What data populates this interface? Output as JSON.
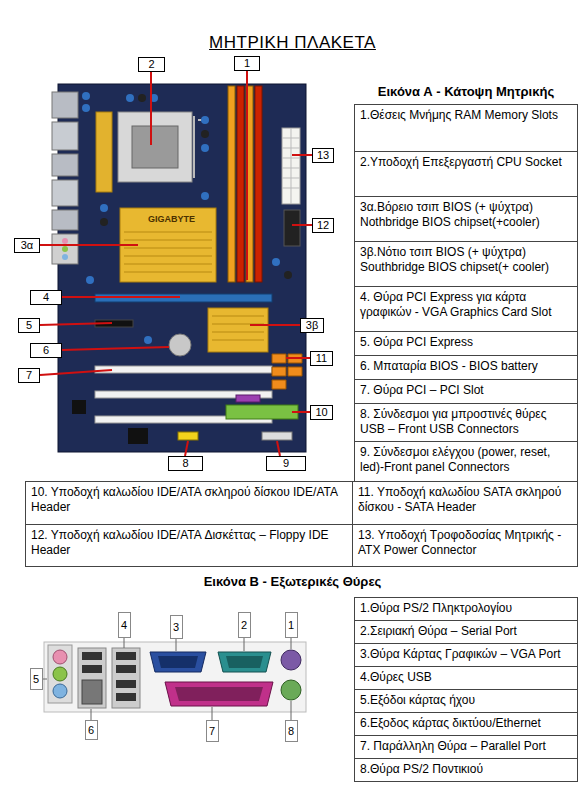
{
  "diagram": {
    "title": "ΜΗΤΡΙΚΗ ΠΛΑΚΕΤΑ",
    "nodes": [
      {
        "text": [
          "2"
        ]
      },
      {
        "text": [
          "1"
        ]
      },
      {
        "text": [
          "13"
        ]
      },
      {
        "text": [
          "12"
        ]
      },
      {
        "text": [
          "3α"
        ]
      },
      {
        "text": [
          "4"
        ]
      },
      {
        "text": [
          "5"
        ]
      },
      {
        "text": [
          "3β"
        ]
      },
      {
        "text": [
          "6"
        ]
      },
      {
        "text": [
          "11"
        ]
      },
      {
        "text": [
          "7"
        ]
      },
      {
        "text": [
          "10"
        ]
      },
      {
        "text": [
          "8"
        ]
      },
      {
        "text": [
          "9"
        ]
      },
      {
        "text": [
          "1.Θέσεις Μνήμης RAM Memory Slots"
        ]
      },
      {
        "text": [
          "2.Υποδοχή Επεξεργαστή CPU Socket"
        ]
      },
      {
        "text": [
          "3α.Βόρειο τσιπ BIOS (+ ψύχτρα) Nothbridge BIOS chipset(+cooler)"
        ]
      },
      {
        "text": [
          "3β.Νότιο τσιπ BIOS (+ ψύχτρα) Southbridge BIOS chipset(+ cooler)"
        ]
      },
      {
        "text": [
          "4. Θύρα PCI Express για κάρτα γραφικών - VGA Graphics Card Slot"
        ]
      },
      {
        "text": [
          "5. Θύρα PCI Express"
        ]
      },
      {
        "text": [
          "6. Μπαταρία BIOS - BIOS battery"
        ]
      },
      {
        "text": [
          "7. Θύρα PCI – PCI Slot"
        ]
      },
      {
        "text": [
          "8. Σύνδεσμοι για μπροστινές θύρες USB – Front USB Connectors"
        ]
      },
      {
        "text": [
          "9. Σύνδεσμοι ελέγχου (power, reset, led)-Front panel Connectors"
        ]
      },
      {
        "text": [
          "10. Υποδοχή καλωδίου IDE/ATA σκληρού δίσκου IDE/ATA Header"
        ]
      },
      {
        "text": [
          "11. Υποδοχή καλωδίου SATA σκληρού δίσκου - SATA Header"
        ]
      },
      {
        "text": [
          "12. Υποδοχή καλωδίου IDE/ATA Δισκέττας – Floppy IDE Header"
        ]
      },
      {
        "text": [
          "13. Υποδοχή Τροφοδοσίας Μητρικής - ATX Power Connector"
        ]
      },
      {
        "text": [
          "4"
        ]
      },
      {
        "text": [
          "3"
        ]
      },
      {
        "text": [
          "2"
        ]
      },
      {
        "text": [
          "1"
        ]
      },
      {
        "text": [
          "5"
        ]
      },
      {
        "text": [
          "6"
        ]
      },
      {
        "text": [
          "7"
        ]
      },
      {
        "text": [
          "8"
        ]
      },
      {
        "text": [
          "1.Θύρα PS/2 Πληκτρολογίου"
        ]
      },
      {
        "text": [
          "2.Σειριακή Θύρα – Serial Port"
        ]
      },
      {
        "text": [
          "3.Θύρα Κάρτας Γραφικών – VGA Port"
        ]
      },
      {
        "text": [
          "4.Θύρες USB"
        ]
      },
      {
        "text": [
          "5.Εξόδοι κάρτας ήχου"
        ]
      },
      {
        "text": [
          "6.Εξοδος κάρτας δικτύου/Ethernet"
        ]
      },
      {
        "text": [
          "7. Παράλληλη Θύρα – Parallel Port"
        ]
      },
      {
        "text": [
          "8.Θύρα PS/2 Ποντικιού"
        ]
      }
    ],
    "labels": [
      "Εικόνα Α - Κάτοψη Μητρικής",
      "GIGABYTE",
      "Εικόνα Β - Εξωτερικές Θύρες"
    ]
  }
}
